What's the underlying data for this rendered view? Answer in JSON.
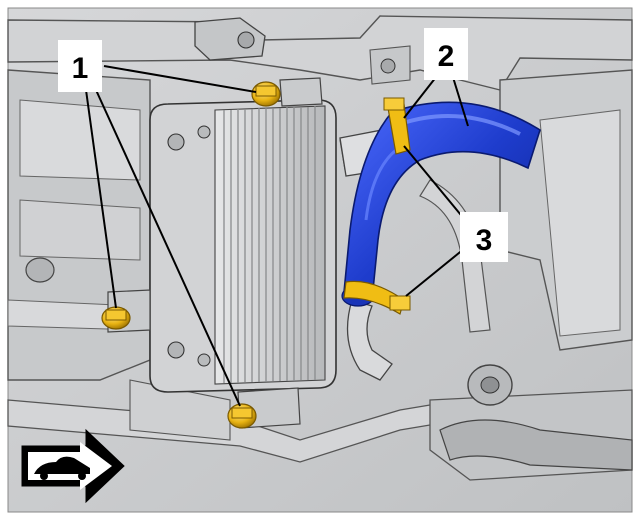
{
  "callouts": [
    {
      "id": "1",
      "label": "1"
    },
    {
      "id": "2",
      "label": "2"
    },
    {
      "id": "3",
      "label": "3"
    }
  ],
  "colors": {
    "hose": "#1f3fd6",
    "hose_highlight": "#5b78ff",
    "bolt": "#e8b312",
    "clamp": "#f0bd14",
    "engine_gray": "#c9cbcd",
    "cooler": "#dcdddf",
    "outline": "#3a3a3a",
    "arrow_bg": "#000000",
    "arrow_fg": "#ffffff"
  },
  "icons": {
    "view_direction": "front-of-vehicle-arrow-icon"
  }
}
